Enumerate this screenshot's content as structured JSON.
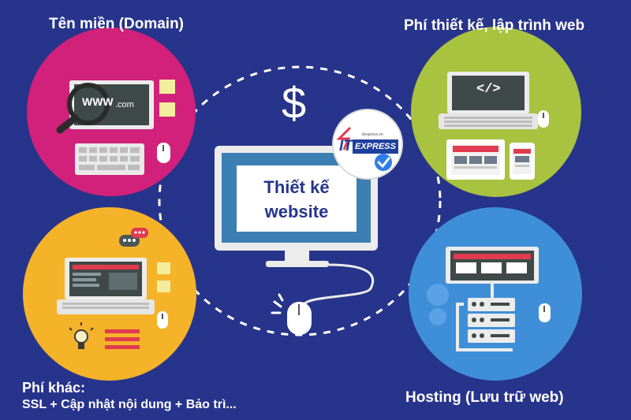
{
  "labels": {
    "domain": "Tên miền (Domain)",
    "design": "Phí thiết kế, lập trình web",
    "hosting": "Hosting (Lưu trữ web)",
    "other_title": "Phí khác:",
    "other_sub": "SSL + Cập nhật nội dung + Bảo trì..."
  },
  "center": {
    "line1": "Thiết kế",
    "line2": "website",
    "dollar": "$"
  },
  "logo": {
    "it": "IT",
    "express": "EXPRESS",
    "domain": "itexpress.vn"
  },
  "screen_text": {
    "www": "WWW",
    "com": ".com",
    "code": "</>"
  },
  "colors": {
    "background": "#27348b",
    "domain_circle": "#d1217a",
    "design_circle": "#a9c23f",
    "hosting_circle": "#3e8fd8",
    "other_circle": "#f5b32a",
    "center_screen": "#3b7fb3"
  },
  "icons": [
    "magnifier-icon",
    "keyboard-icon",
    "mouse-icon",
    "laptop-icon",
    "tablet-icon",
    "phone-icon",
    "server-icon",
    "gear-icon",
    "lightbulb-icon",
    "chat-bubble-icon",
    "check-badge-icon",
    "dollar-icon"
  ]
}
